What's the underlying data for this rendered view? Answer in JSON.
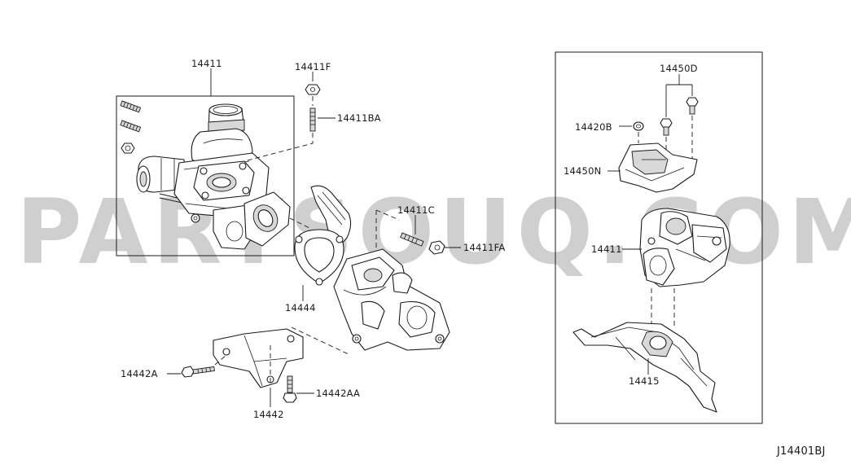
{
  "watermark": "PARTSOUQ.COM",
  "diagram_code": "J14401BJ",
  "labels": {
    "p14411_top": "14411",
    "p14411F": "14411F",
    "p14411BA": "14411BA",
    "p14411C": "14411C",
    "p14411FA": "14411FA",
    "p14444": "14444",
    "p14442A": "14442A",
    "p14442AA": "14442AA",
    "p14442": "14442",
    "p14450D": "14450D",
    "p14420B": "14420B",
    "p14450N": "14450N",
    "p14411_right": "14411",
    "p14415": "14415"
  }
}
